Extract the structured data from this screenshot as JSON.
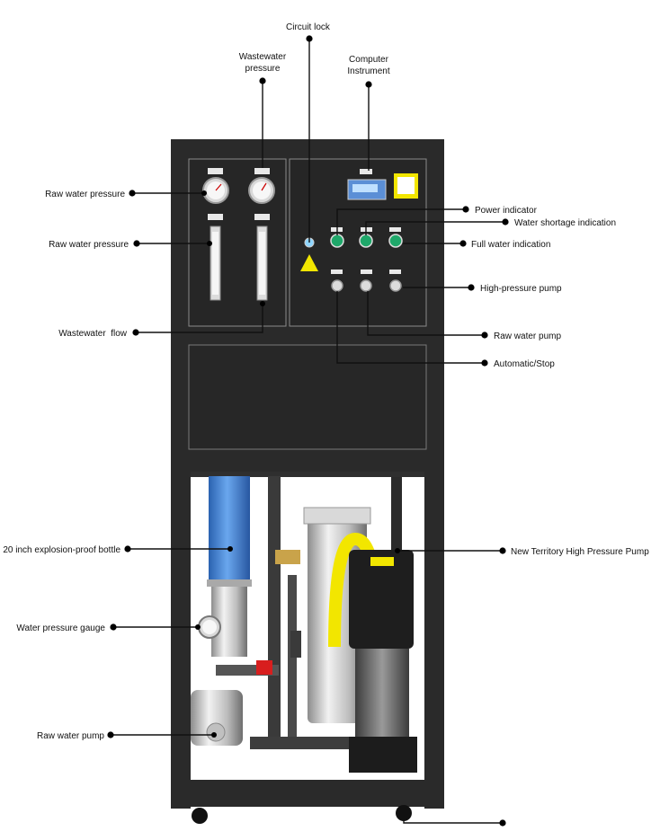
{
  "labels": {
    "circuit_lock": "Circuit lock",
    "wastewater_pressure": [
      "Wastewater",
      "pressure"
    ],
    "computer_instrument": [
      "Computer",
      "Instrument"
    ],
    "raw_water_pressure_1": "Raw water pressure",
    "raw_water_pressure_2": "Raw water pressure",
    "wastewater_flow": "Wastewater  flow",
    "power_indicator": "Power indicator",
    "water_shortage_indication": "Water shortage indication",
    "full_water_indication": "Full water indication",
    "high_pressure_pump": "High-pressure pump",
    "raw_water_pump_panel": "Raw water pump",
    "automatic_stop": "Automatic/Stop",
    "explosion_proof_bottle": "20 inch explosion-proof bottle",
    "new_territory_pump": "New Territory High Pressure Pump",
    "water_pressure_gauge": "Water pressure gauge",
    "raw_water_pump": "Raw water pump"
  },
  "colors": {
    "cabinet": "#2b2b2b",
    "panel_line": "#8a8a8a",
    "filter_housing": "#3f7fd0",
    "pump_yellow": "#f2e600",
    "valve_red": "#d81e1e",
    "indicator_green": "#1fa86a",
    "steel": "#c9c9c9"
  }
}
